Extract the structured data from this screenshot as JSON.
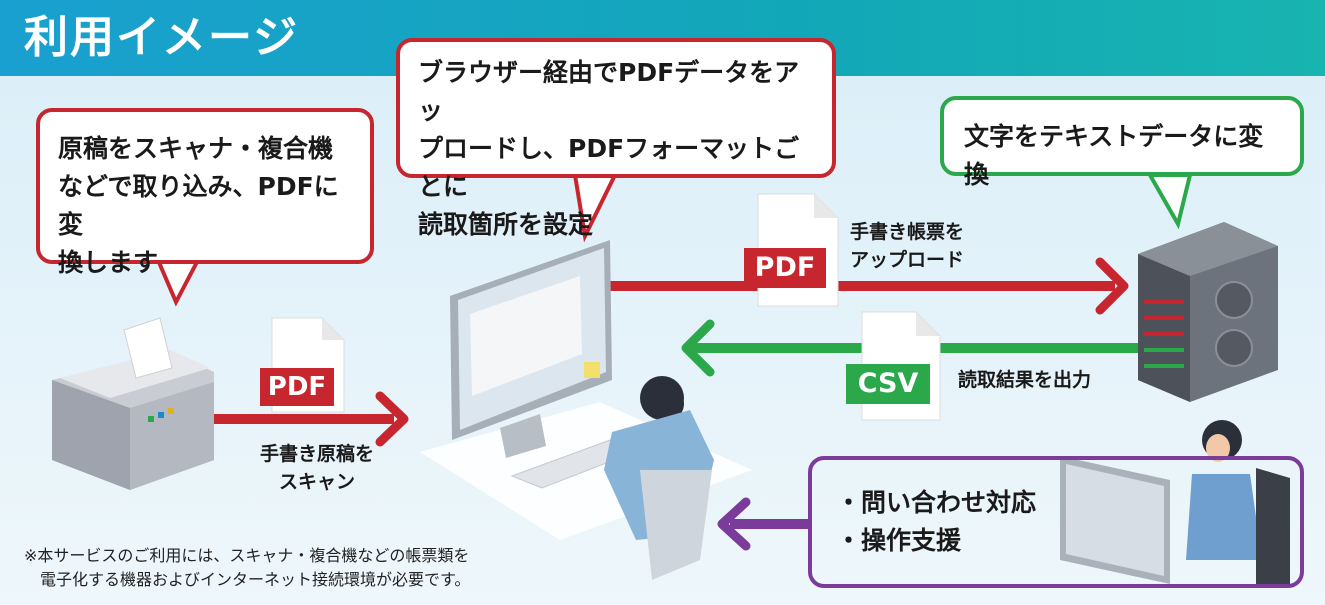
{
  "header": {
    "title": "利用イメージ"
  },
  "bubbles": {
    "scan": "原稿をスキャナ・複合機\nなどで取り込み、PDFに変\n換します",
    "upload": "ブラウザー経由でPDFデータをアッ\nプロードし、PDFフォーマットごとに\n読取箇所を設定",
    "convert": "文字をテキストデータに変換",
    "support": "・問い合わせ対応\n・操作支援"
  },
  "docs": {
    "pdf_scan_badge": "PDF",
    "pdf_upload_badge": "PDF",
    "csv_badge": "CSV"
  },
  "labels": {
    "scan_label": "手書き原稿を\nスキャン",
    "upload_label": "手書き帳票を\nアップロード",
    "output_label": "読取結果を出力"
  },
  "note": "※本サービスのご利用には、スキャナ・複合機などの帳票類を\n　電子化する機器およびインターネット接続環境が必要です。",
  "colors": {
    "red": "#c8262f",
    "green": "#2aa84a",
    "purple": "#7b3b9a",
    "header": "#1aa0d0"
  }
}
